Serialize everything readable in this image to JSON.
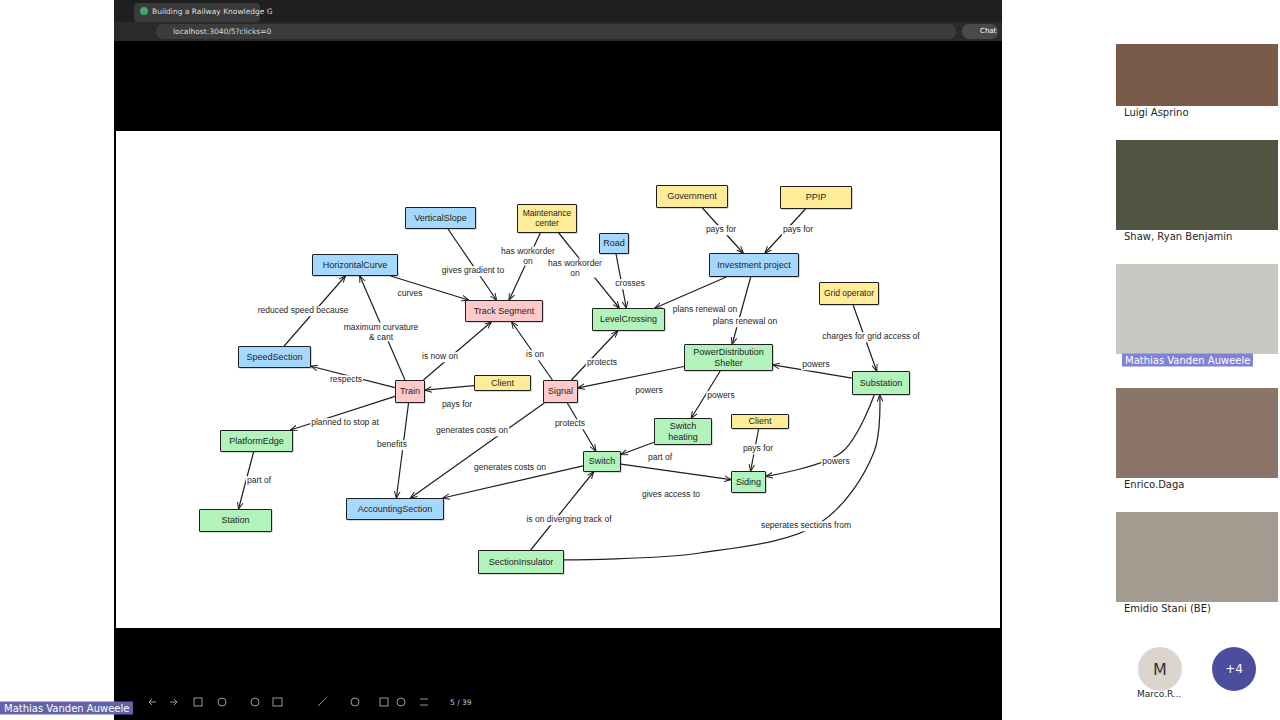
{
  "diagram": {
    "nodes": [
      {
        "text": [
          "Government"
        ]
      },
      {
        "text": [
          "PPIP"
        ]
      },
      {
        "text": [
          "Maintenance center"
        ]
      },
      {
        "text": [
          "VerticalSlope"
        ]
      },
      {
        "text": [
          "Road"
        ]
      },
      {
        "text": [
          "HorizontalCurve"
        ]
      },
      {
        "text": [
          "Investment project"
        ]
      },
      {
        "text": [
          "Grid operator"
        ]
      },
      {
        "text": [
          "Track Segment"
        ]
      },
      {
        "text": [
          "LevelCrossing"
        ]
      },
      {
        "text": [
          "PowerDistribution Shelter"
        ]
      },
      {
        "text": [
          "SpeedSection"
        ]
      },
      {
        "text": [
          "Client"
        ]
      },
      {
        "text": [
          "Train"
        ]
      },
      {
        "text": [
          "Signal"
        ]
      },
      {
        "text": [
          "Substation"
        ]
      },
      {
        "text": [
          "Client"
        ]
      },
      {
        "text": [
          "Switch heating"
        ]
      },
      {
        "text": [
          "PlatformEdge"
        ]
      },
      {
        "text": [
          "Switch"
        ]
      },
      {
        "text": [
          "Siding"
        ]
      },
      {
        "text": [
          "AccountingSection"
        ]
      },
      {
        "text": [
          "Station"
        ]
      },
      {
        "text": [
          "SectionInsulator"
        ]
      }
    ],
    "edges": [
      {
        "from": 3,
        "to": 8,
        "label": "gives gradient to",
        "arrow": "to"
      },
      {
        "from": 2,
        "to": 8,
        "label": "has workorder on",
        "arrow": "to"
      },
      {
        "from": 2,
        "to": 9,
        "label": "has workorder on",
        "arrow": "to"
      },
      {
        "from": 4,
        "to": 9,
        "label": "crosses",
        "arrow": "to"
      },
      {
        "from": 0,
        "to": 6,
        "label": "pays for",
        "arrow": "to"
      },
      {
        "from": 1,
        "to": 6,
        "label": "pays for",
        "arrow": "to"
      },
      {
        "from": 6,
        "to": 9,
        "label": "plans renewal on",
        "arrow": "to"
      },
      {
        "from": 6,
        "to": 10,
        "label": "plans renewal on",
        "arrow": "to"
      },
      {
        "from": 7,
        "to": 15,
        "label": "charges for grid access of",
        "arrow": "to"
      },
      {
        "from": 5,
        "to": 8,
        "label": "curves",
        "arrow": "to"
      },
      {
        "from": 11,
        "to": 5,
        "label": "reduced speed because",
        "arrow": "to"
      },
      {
        "from": 13,
        "to": 5,
        "label": "maximum curvature & cant",
        "arrow": "to"
      },
      {
        "from": 13,
        "to": 8,
        "label": "is now on",
        "arrow": "to"
      },
      {
        "from": 14,
        "to": 8,
        "label": "is on",
        "arrow": "to"
      },
      {
        "from": 14,
        "to": 9,
        "label": "protects",
        "arrow": "to"
      },
      {
        "from": 10,
        "to": 14,
        "label": "powers",
        "arrow": "to"
      },
      {
        "from": 15,
        "to": 10,
        "label": "powers",
        "arrow": "to"
      },
      {
        "from": 13,
        "to": 11,
        "label": "respects",
        "arrow": "to"
      },
      {
        "from": 12,
        "to": 13,
        "label": "pays for",
        "arrow": "to"
      },
      {
        "from": 13,
        "to": 18,
        "label": "planned to stop at",
        "arrow": "to"
      },
      {
        "from": 13,
        "to": 21,
        "label": "benefits",
        "arrow": "to"
      },
      {
        "from": 14,
        "to": 21,
        "label": "generates costs on",
        "arrow": "to"
      },
      {
        "from": 14,
        "to": 19,
        "label": "protects",
        "arrow": "to"
      },
      {
        "from": 10,
        "to": 17,
        "label": "powers",
        "arrow": "to"
      },
      {
        "from": 17,
        "to": 19,
        "label": "part of",
        "arrow": "to"
      },
      {
        "from": 19,
        "to": 21,
        "label": "generates costs on",
        "arrow": "to"
      },
      {
        "from": 16,
        "to": 20,
        "label": "pays for",
        "arrow": "to"
      },
      {
        "from": 15,
        "to": 20,
        "label": "powers",
        "arrow": "to"
      },
      {
        "from": 19,
        "to": 20,
        "label": "gives access to",
        "arrow": "to"
      },
      {
        "from": 18,
        "to": 22,
        "label": "part of",
        "arrow": "to"
      },
      {
        "from": 23,
        "to": 19,
        "label": "is on diverging track of",
        "arrow": "to"
      },
      {
        "from": 23,
        "to": 15,
        "label": "seperates sections from",
        "arrow": "to"
      }
    ],
    "labels": [
      "Building a Railway Knowledge G",
      "localhost:3040/5?clicks=0",
      "Chat",
      "Luigi Asprino",
      "Shaw, Ryan Benjamin",
      "Mathias Vanden Auweele",
      "Enrico.Daga",
      "Emidio Stani (BE)",
      "M",
      "Marco.R...",
      "+4",
      "Mathias Vanden Auweele",
      "5 / 39"
    ]
  }
}
